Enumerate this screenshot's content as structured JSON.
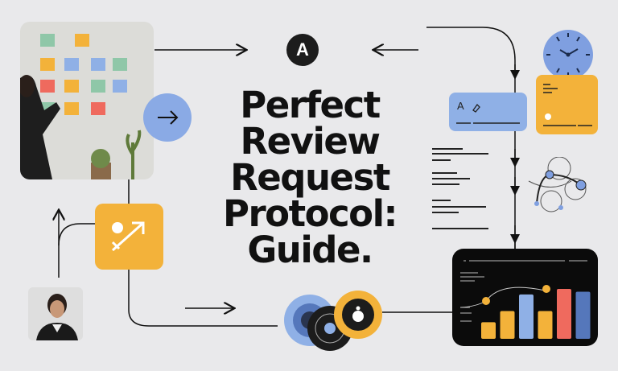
{
  "title_lines": [
    "Perfect",
    "Review",
    "Request",
    "Protocol:",
    "Guide."
  ],
  "logo_letter": "A",
  "blue_card_text": "A",
  "colors": {
    "background": "#e9e9eb",
    "blue": "#8fb0e6",
    "orange": "#f3b23a",
    "dark": "#0b0b0b",
    "red": "#ef6a5e",
    "navy": "#5577bb"
  },
  "chart_panel": {
    "bar_colors": [
      "#f3b23a",
      "#f3b23a",
      "#8fb0e6",
      "#f3b23a",
      "#ef6a5e",
      "#5577bb"
    ],
    "bar_values": [
      3,
      5,
      8,
      5,
      9,
      8.5
    ]
  }
}
